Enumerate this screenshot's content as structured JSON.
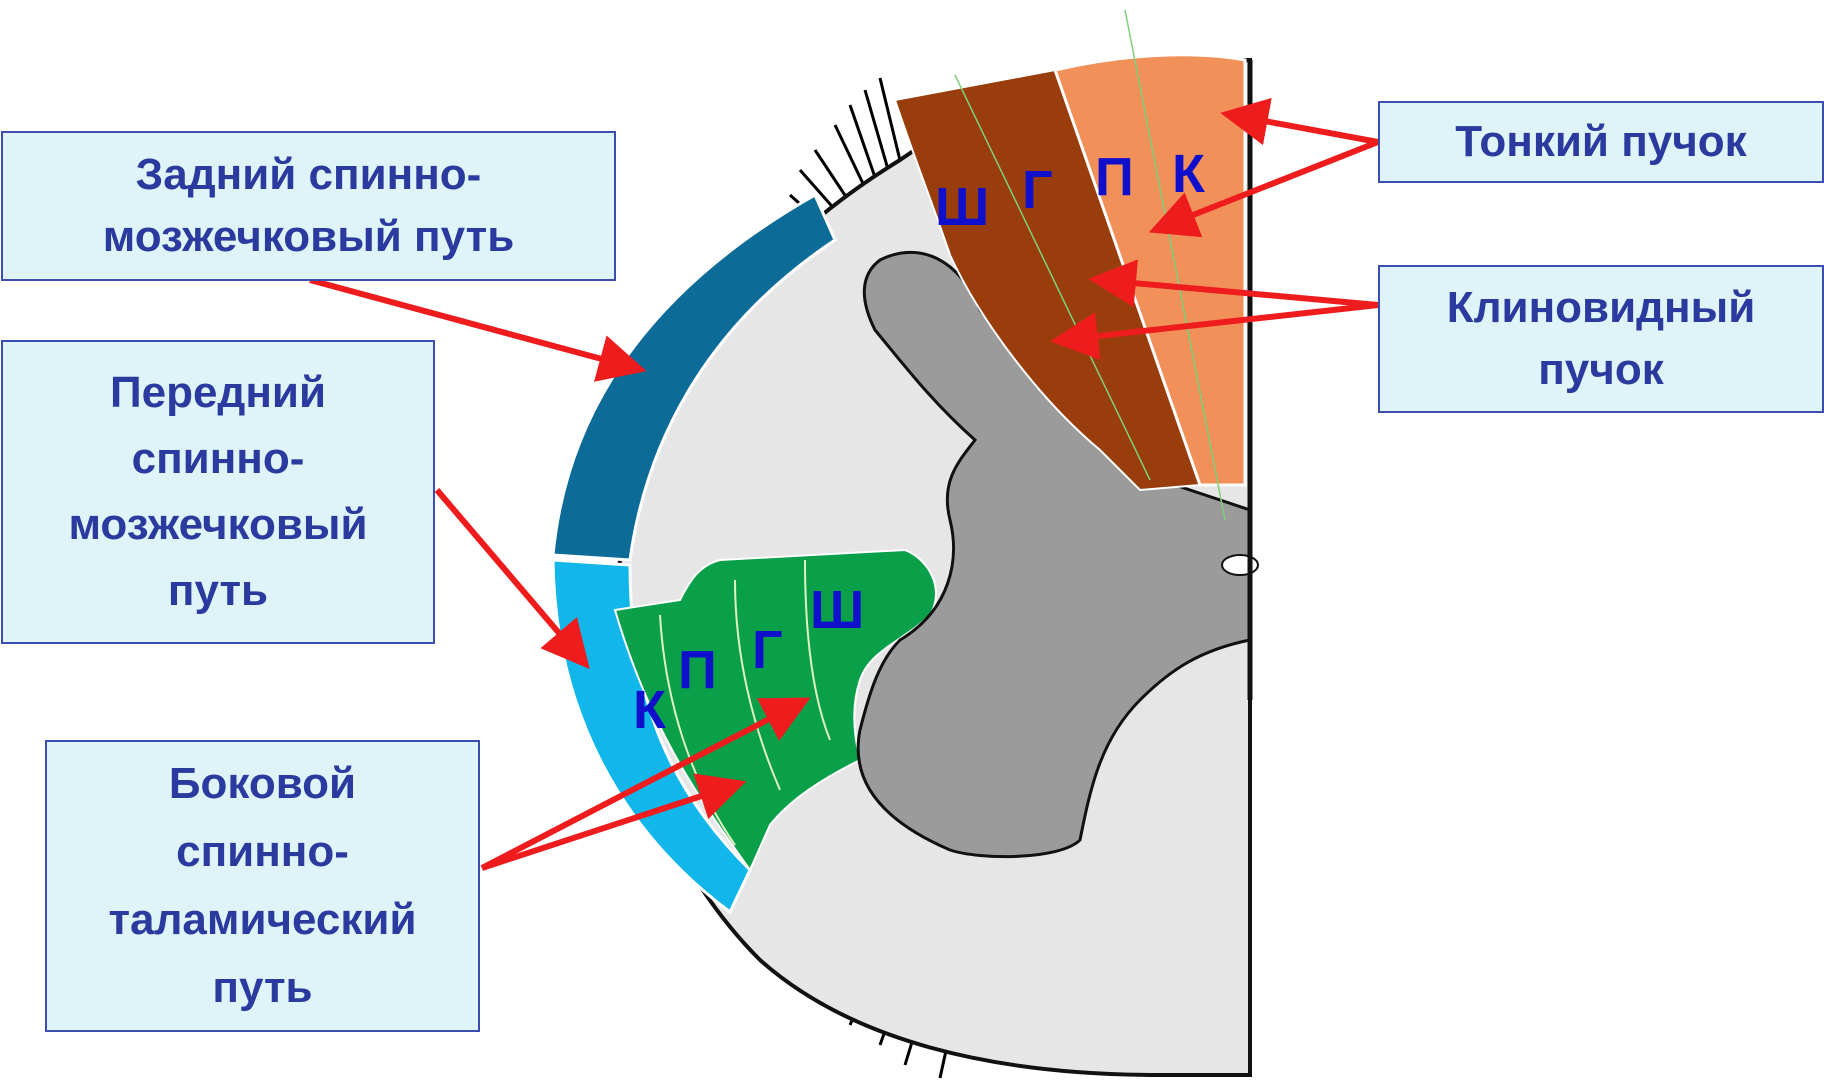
{
  "labels": {
    "posterior_spinocerebellar": "Задний спинно-\nмозжечковый путь",
    "anterior_spinocerebellar": "Передний\nспинно-\nмозжечковый\nпуть",
    "lateral_spinothalamic": "Боковой\nспинно-\nталамический\nпуть",
    "gracile_fasciculus": "Тонкий пучок",
    "cuneate_fasciculus": "Клиновидный\nпучок"
  },
  "dorsal_letters": [
    "Ш",
    "Г",
    "П",
    "К"
  ],
  "lateral_letters": [
    "К",
    "П",
    "Г",
    "Ш"
  ],
  "colors": {
    "box_bg": "#dff4f8",
    "box_border": "#3c4fb0",
    "box_text": "#2a3a9e",
    "arrow": "#ee1c1c",
    "white_matter": "#e6e6e6",
    "gray_matter": "#9b9b9b",
    "posterior_tract": "#0c6b97",
    "anterior_tract": "#11b7ea",
    "spinothalamic": "#0aa04a",
    "cuneate": "#9a3d0c",
    "gracile": "#f2905a",
    "letters": "#1010cc"
  }
}
